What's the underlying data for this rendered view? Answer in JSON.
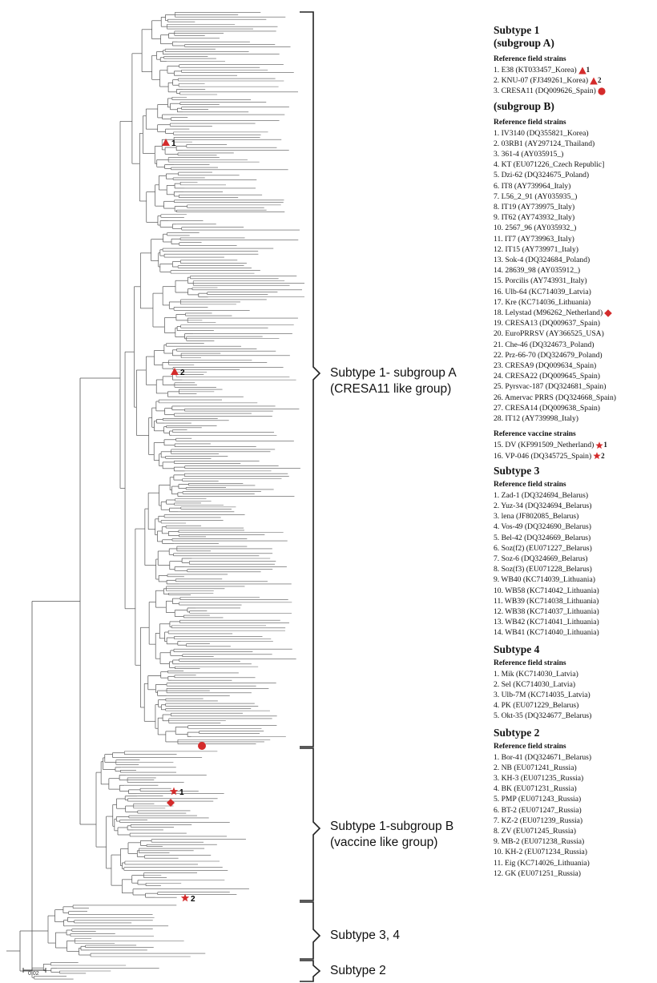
{
  "tree_data": {
    "scale_label": "0.02",
    "clade_labels": [
      {
        "id": "sub1a",
        "lines": [
          "Subtype 1- subgroup A",
          "(CRESA11 like group)"
        ]
      },
      {
        "id": "sub1b",
        "lines": [
          "Subtype 1-subgroup B",
          "(vaccine like group)"
        ]
      },
      {
        "id": "sub34",
        "lines": [
          "Subtype 3, 4"
        ]
      },
      {
        "id": "sub2",
        "lines": [
          "Subtype 2"
        ]
      }
    ],
    "tree_markers": [
      {
        "symbol": "triangle",
        "label": "1"
      },
      {
        "symbol": "triangle",
        "label": "2"
      },
      {
        "symbol": "circle",
        "label": ""
      },
      {
        "symbol": "star",
        "label": "1"
      },
      {
        "symbol": "diamond",
        "label": ""
      },
      {
        "symbol": "star",
        "label": "2"
      }
    ],
    "marker_color": "#d42b2b"
  },
  "legend": {
    "subtype1": {
      "title": "Subtype 1",
      "subgroupA": "(subgroup A)",
      "subgroupB": "(subgroup B)",
      "field_head": "Reference field strains",
      "vaccine_head": "Reference vaccine strains",
      "groupA_strains": [
        {
          "text": "1. E38 (KT033457_Korea)",
          "symbol": "triangle",
          "mark": "1"
        },
        {
          "text": "2. KNU-07 (FJ349261_Korea)",
          "symbol": "triangle",
          "mark": "2"
        },
        {
          "text": "3. CRESA11 (DQ009626_Spain)",
          "symbol": "circle",
          "mark": ""
        }
      ],
      "groupB_strains": [
        {
          "text": "1.  IV3140 (DQ355821_Korea)"
        },
        {
          "text": "2.  03RB1 (AY297124_Thailand)"
        },
        {
          "text": "3. 361-4 (AY035915_)"
        },
        {
          "text": "4. KT (EU071226_Czech Republic]"
        },
        {
          "text": "5. Dzi-62 (DQ324675_Poland)"
        },
        {
          "text": "6. IT8 (AY739964_Italy)"
        },
        {
          "text": "7. L56_2_91 (AY035935_)"
        },
        {
          "text": "8. IT19 (AY739975_Italy)"
        },
        {
          "text": "9. IT62 (AY743932_Italy)"
        },
        {
          "text": "10. 2567_96 (AY035932_)"
        },
        {
          "text": "11. IT7 (AY739963_Italy)"
        },
        {
          "text": "12. IT15 (AY739971_Italy)"
        },
        {
          "text": "13. Sok-4 (DQ324684_Poland)"
        },
        {
          "text": "14. 28639_98 (AY035912_)"
        },
        {
          "text": "15.  Porcilis (AY743931_Italy)"
        },
        {
          "text": "16. Ulb-64 (KC714039_Latvia)"
        },
        {
          "text": "17. Kre (KC714036_Lithuania)"
        },
        {
          "text": "18. Lelystad (M96262_Netherland)",
          "symbol": "diamond",
          "mark": ""
        },
        {
          "text": "19. CRESA13 (DQ009637_Spain)"
        },
        {
          "text": "20. EuroPRRSV (AY366525_USA)"
        },
        {
          "text": "21. Che-46 (DQ324673_Poland)"
        },
        {
          "text": "22. Prz-66-70 (DQ324679_Poland)"
        },
        {
          "text": "23. CRESA9 (DQ009634_Spain)"
        },
        {
          "text": "24. CRESA22 (DQ009645_Spain)"
        },
        {
          "text": "25. Pyrsvac-187 (DQ324681_Spain)"
        },
        {
          "text": "26. Amervac PRRS (DQ324668_Spain)"
        },
        {
          "text": "27. CRESA14 (DQ009638_Spain)"
        },
        {
          "text": "28. IT12 (AY739998_Italy)"
        }
      ],
      "vaccine_strains": [
        {
          "text": "15. DV (KF991509_Netherland)",
          "symbol": "star",
          "mark": "1"
        },
        {
          "text": "16. VP-046 (DQ345725_Spain)",
          "symbol": "star",
          "mark": "2"
        }
      ]
    },
    "subtype3": {
      "title": "Subtype 3",
      "field_head": "Reference field strains",
      "strains": [
        "1. Zad-1 (DQ324694_Belarus)",
        "2. Yuz-34 (DQ324694_Belarus)",
        "3. lena (JF802085_Belarus)",
        "4. Vos-49 (DQ324690_Belarus)",
        "5. Bel-42 (DQ324669_Belarus)",
        "6. Soz(f2) (EU071227_Belarus)",
        "7. Soz-6 (DQ324669_Belarus)",
        "8. Soz(f3) (EU071228_Belarus)",
        "9. WB40 (KC714039_Lithuania)",
        "10. WB58 (KC714042_Lithuania)",
        "11. WB39 (KC714038_Lithuania)",
        "12. WB38 (KC714037_Lithuania)",
        "13. WB42 (KC714041_Lithuania)",
        "14. WB41 (KC714040_Lithuania)"
      ]
    },
    "subtype4": {
      "title": "Subtype 4",
      "field_head": "Reference field strains",
      "strains": [
        "1. Mik (KC714030_Latvia)",
        "2. Sel (KC714030_Latvia)",
        "3. Ulb-7M (KC714035_Latvia)",
        "4. PK (EU071229_Belarus)",
        "5. Okt-35 (DQ324677_Belarus)"
      ]
    },
    "subtype2": {
      "title": "Subtype 2",
      "field_head": "Reference field strains",
      "strains": [
        "1. Bor-41 (DQ324671_Belarus)",
        "2. NB (EU071241_Russia)",
        "3. KH-3 (EU071235_Russia)",
        "4. BK (EU071231_Russia)",
        "5. PMP (EU071243_Russia)",
        "6. BT-2 (EU071247_Russia)",
        "7. KZ-2 (EU071239_Russia)",
        "8. ZV (EU071245_Russia)",
        "9. MB-2 (EU071238_Russia)",
        "10. KH-2 (EU071234_Russia)",
        "11. Eig (KC714026_Lithuania)",
        "12. GK (EU071251_Russia)"
      ]
    }
  }
}
